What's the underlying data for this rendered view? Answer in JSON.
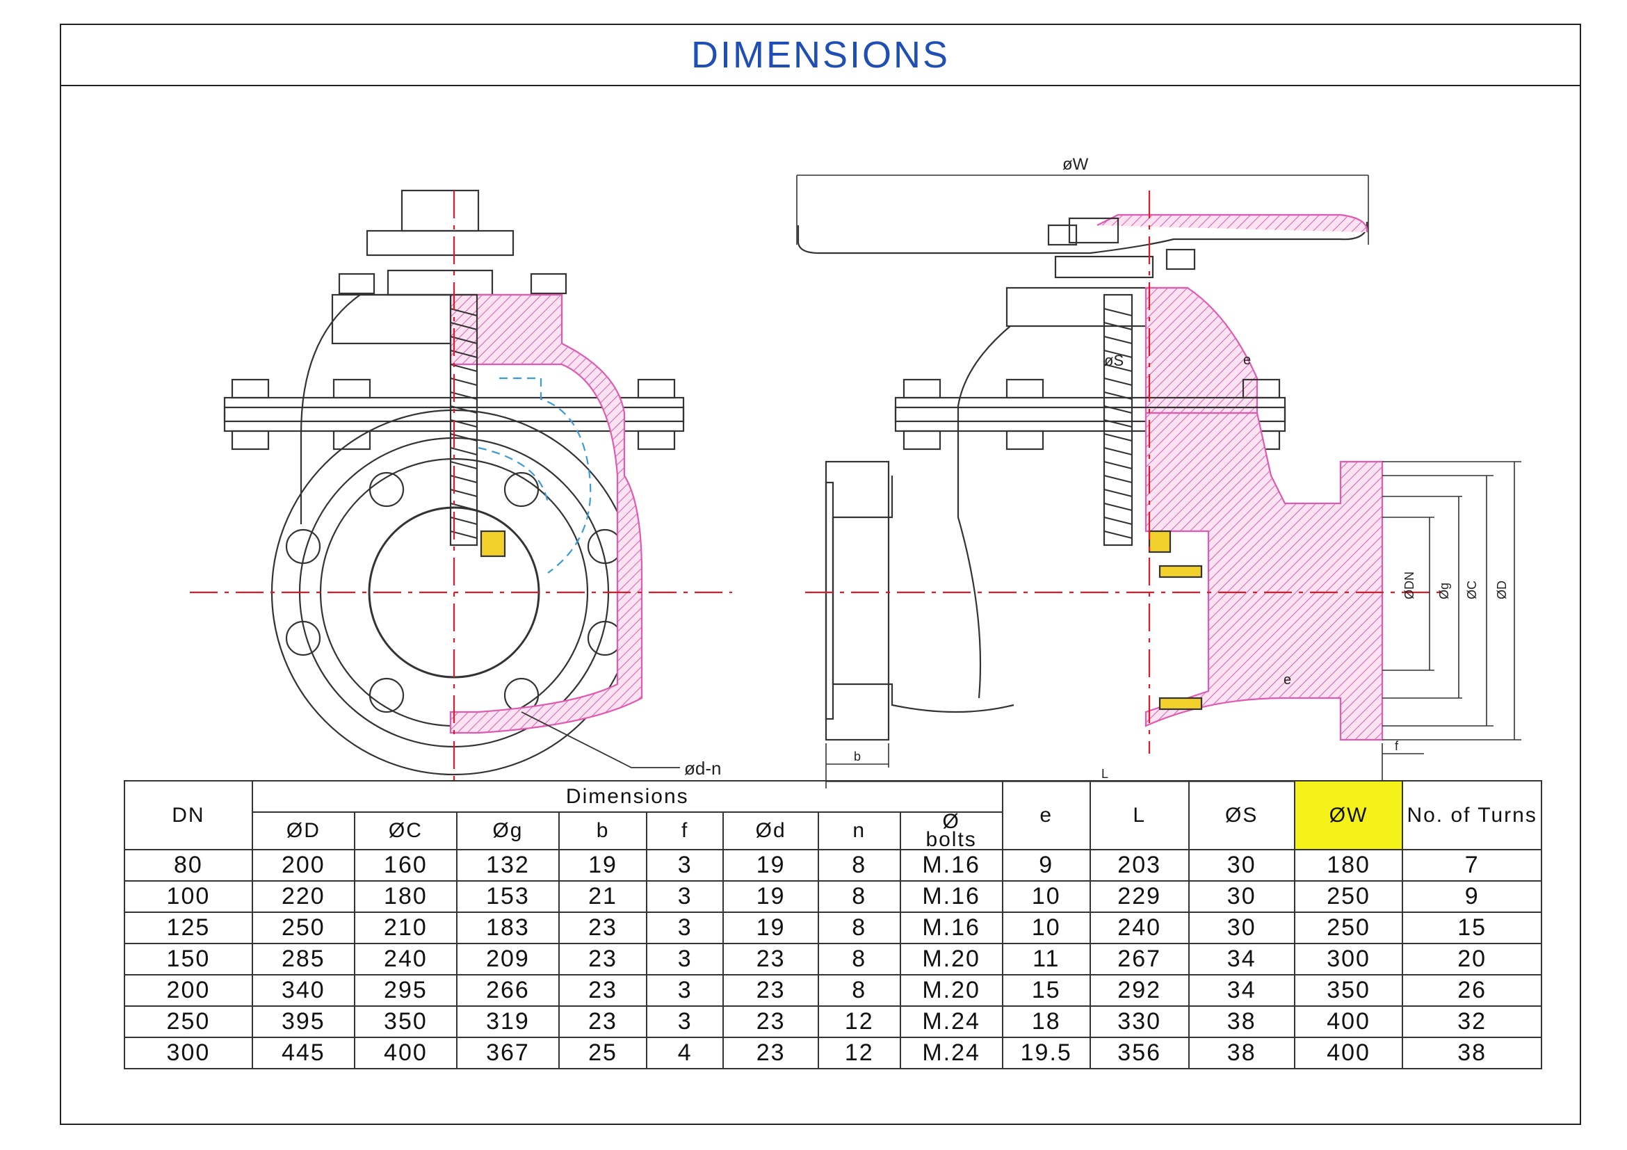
{
  "page": {
    "title": "DIMENSIONS"
  },
  "drawing": {
    "labels": {
      "od_n": "ød-n",
      "ow": "øW",
      "os": "øS",
      "e_top": "e",
      "e_bottom": "e",
      "b": "b",
      "l": "L",
      "f": "f",
      "odn": "ØDN",
      "og": "Øg",
      "oc": "ØC",
      "od": "ØD"
    },
    "colors": {
      "section": "#e05ab0",
      "centerline": "#d91b2a",
      "seal": "#f2d12c",
      "wedge_hidden": "#3c9ad8"
    }
  },
  "table": {
    "group_header": "Dimensions",
    "headers": {
      "dn": "DN",
      "od": "ØD",
      "oc": "ØC",
      "og": "Øg",
      "b": "b",
      "f": "f",
      "odd": "Ød",
      "n": "n",
      "bolts_line1": "Ø",
      "bolts_line2": "bolts",
      "e": "e",
      "l": "L",
      "os": "ØS",
      "ow": "ØW",
      "turns": "No. of Turns"
    },
    "highlight_color": "#f5f21a",
    "rows": [
      [
        "80",
        "200",
        "160",
        "132",
        "19",
        "3",
        "19",
        "8",
        "M.16",
        "9",
        "203",
        "30",
        "180",
        "7"
      ],
      [
        "100",
        "220",
        "180",
        "153",
        "21",
        "3",
        "19",
        "8",
        "M.16",
        "10",
        "229",
        "30",
        "250",
        "9"
      ],
      [
        "125",
        "250",
        "210",
        "183",
        "23",
        "3",
        "19",
        "8",
        "M.16",
        "10",
        "240",
        "30",
        "250",
        "15"
      ],
      [
        "150",
        "285",
        "240",
        "209",
        "23",
        "3",
        "23",
        "8",
        "M.20",
        "11",
        "267",
        "34",
        "300",
        "20"
      ],
      [
        "200",
        "340",
        "295",
        "266",
        "23",
        "3",
        "23",
        "8",
        "M.20",
        "15",
        "292",
        "34",
        "350",
        "26"
      ],
      [
        "250",
        "395",
        "350",
        "319",
        "23",
        "3",
        "23",
        "12",
        "M.24",
        "18",
        "330",
        "38",
        "400",
        "32"
      ],
      [
        "300",
        "445",
        "400",
        "367",
        "25",
        "4",
        "23",
        "12",
        "M.24",
        "19.5",
        "356",
        "38",
        "400",
        "38"
      ]
    ]
  }
}
